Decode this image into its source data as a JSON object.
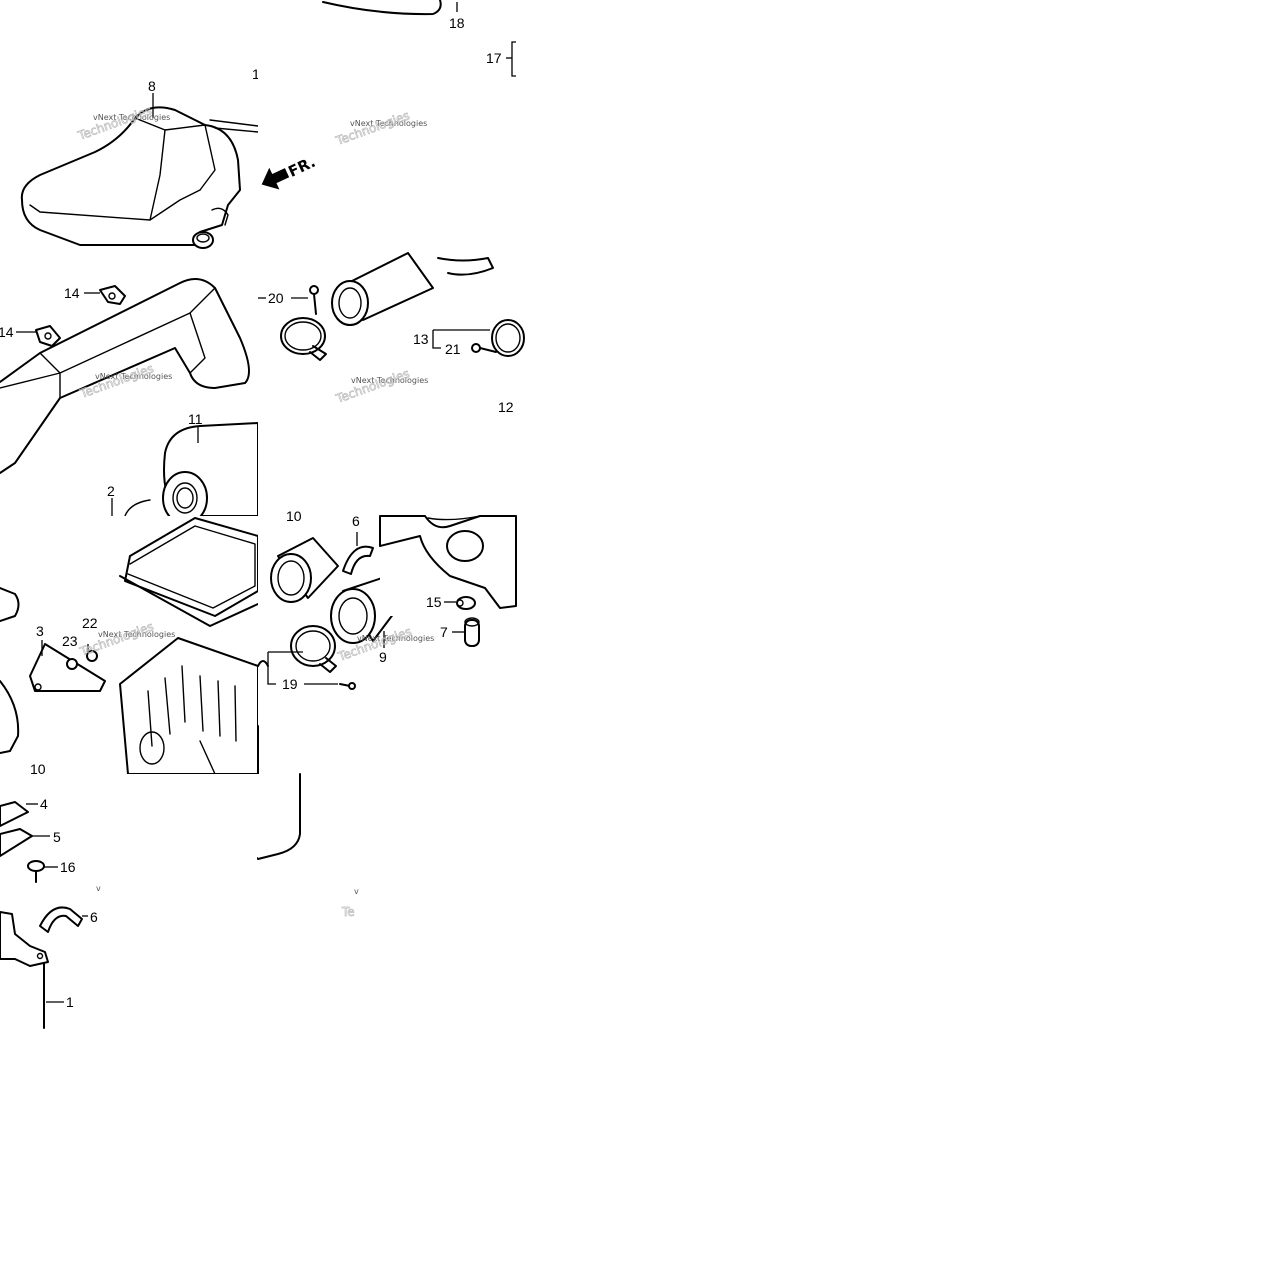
{
  "callouts": {
    "c1": "1",
    "c2": "2",
    "c3": "3",
    "c4": "4",
    "c5": "5",
    "c6a": "6",
    "c6b": "6",
    "c7": "7",
    "c8": "8",
    "c9": "9",
    "c10a": "10",
    "c10b": "10",
    "c11": "11",
    "c12": "12",
    "c13": "13",
    "c14a": "14",
    "c14b": "14",
    "c15": "15",
    "c16": "16",
    "c17": "17",
    "c18": "18",
    "c19": "19",
    "c20": "20",
    "c21": "21",
    "c22": "22",
    "c23": "23",
    "c1top": "1"
  },
  "front_arrow": "FR.",
  "watermark": {
    "text": "vNext Technologies",
    "outline": "Technologies",
    "fragment_v": "v",
    "fragment_te": "Te"
  }
}
